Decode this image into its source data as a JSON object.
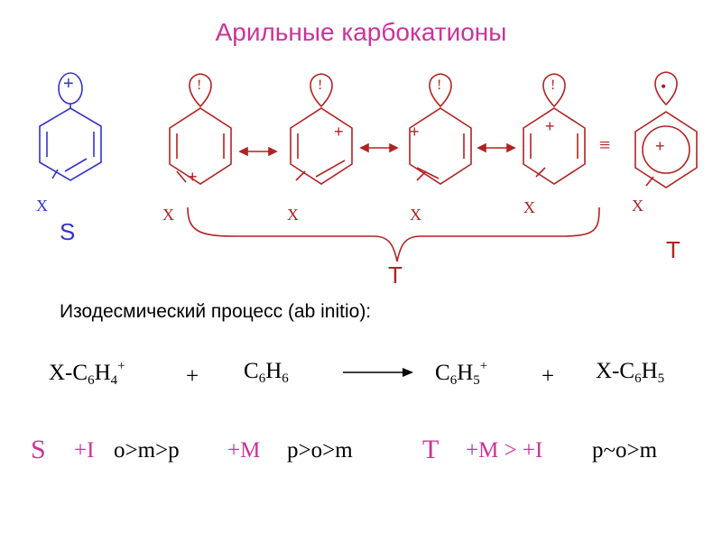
{
  "title": "Арильные карбокатионы",
  "colors": {
    "title": "#cc3399",
    "blue": "#3333cc",
    "red": "#b22222",
    "magenta": "#cc3399"
  },
  "structures": {
    "s_cation": {
      "charge": "+",
      "substituent": "X",
      "label": "S"
    },
    "resonance": [
      {
        "orbital_mark": "!",
        "charge": "+",
        "substituent": "X"
      },
      {
        "orbital_mark": "!",
        "charge": "+",
        "substituent": "X"
      },
      {
        "orbital_mark": "!",
        "charge": "+",
        "substituent": "X"
      },
      {
        "orbital_mark": "!",
        "charge": "+",
        "substituent": "X"
      }
    ],
    "equiv_sign": "≡",
    "t_cation": {
      "orbital_mark": "•",
      "charge": "+",
      "substituent": "X",
      "label": "T"
    },
    "brace_label": "T"
  },
  "process_label": "Изодесмический процесс (ab initio):",
  "equation": {
    "left_species": {
      "prefix": "X-C",
      "n1": "6",
      "mid": "H",
      "n2": "4",
      "charge": "+"
    },
    "plus1": "+",
    "benzene": {
      "a": "C",
      "n1": "6",
      "b": "H",
      "n2": "6"
    },
    "product1": {
      "a": "C",
      "n1": "6",
      "b": "H",
      "n2": "5",
      "charge": "+"
    },
    "plus2": "+",
    "product2": {
      "prefix": "X-C",
      "n1": "6",
      "mid": "H",
      "n2": "5"
    }
  },
  "bottom": {
    "s_label": "S",
    "s_effect1": "+I",
    "s_order1": "o>m>p",
    "s_effect2": "+M",
    "s_order2": "p>o>m",
    "t_label": "T",
    "t_effects": "+M > +I",
    "t_order": "p~o>m"
  }
}
